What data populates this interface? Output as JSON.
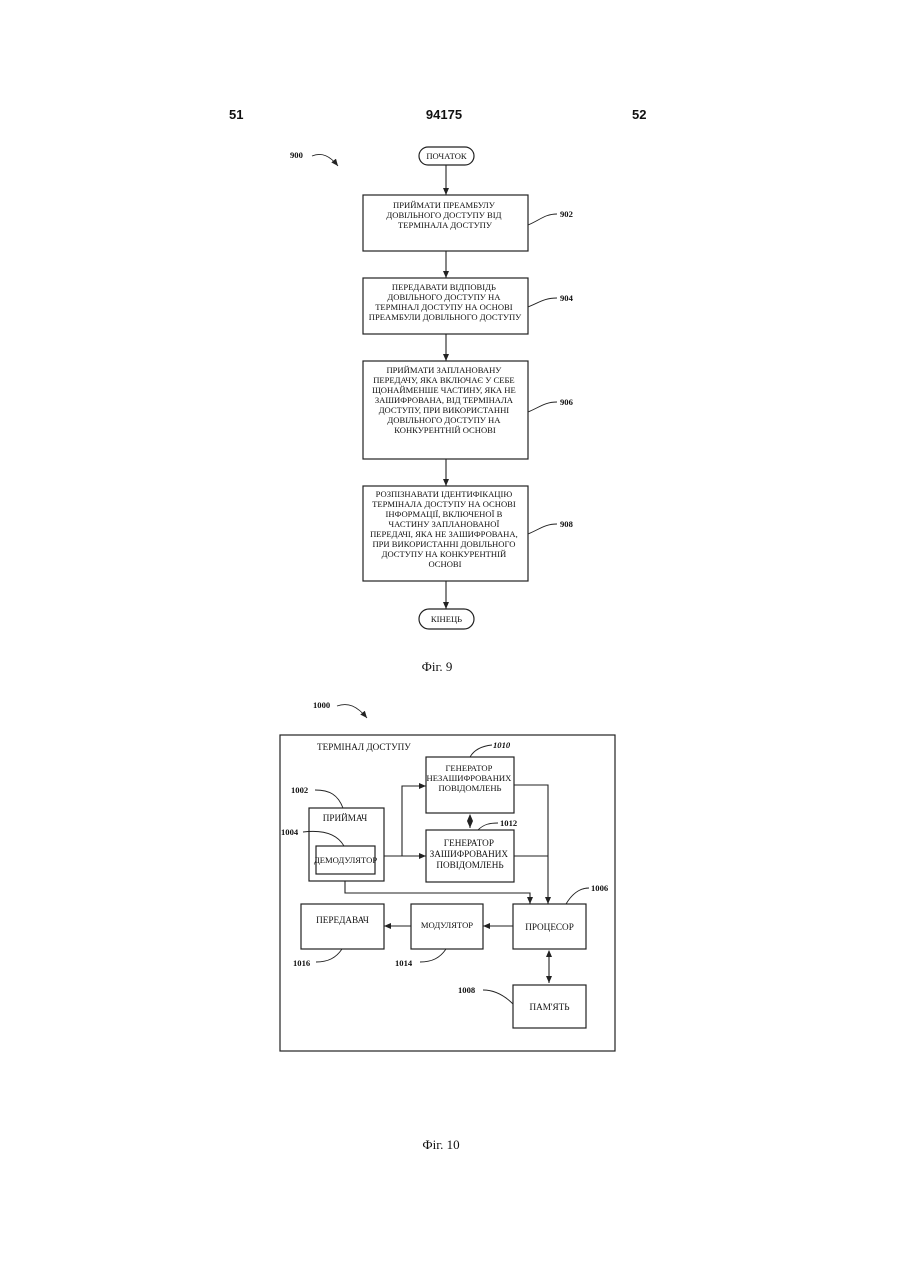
{
  "header": {
    "page_left": "51",
    "doc_number": "94175",
    "page_right": "52"
  },
  "fig9": {
    "ref": "900",
    "start": "ПОЧАТОК",
    "end": "КІНЕЦЬ",
    "caption": "Фіг. 9",
    "steps": [
      {
        "ref": "902",
        "lines": [
          "ПРИЙМАТИ ПРЕАМБУЛУ",
          "ДОВІЛЬНОГО ДОСТУПУ ВІД",
          "ТЕРМІНАЛА ДОСТУПУ"
        ]
      },
      {
        "ref": "904",
        "lines": [
          "ПЕРЕДАВАТИ ВІДПОВІДЬ",
          "ДОВІЛЬНОГО ДОСТУПУ НА",
          "ТЕРМІНАЛ ДОСТУПУ НА ОСНОВІ",
          "ПРЕАМБУЛИ ДОВІЛЬНОГО ДОСТУПУ"
        ]
      },
      {
        "ref": "906",
        "lines": [
          "ПРИЙМАТИ ЗАПЛАНОВАНУ",
          "ПЕРЕДАЧУ, ЯКА ВКЛЮЧАЄ У СЕБЕ",
          "ЩОНАЙМЕНШЕ ЧАСТИНУ, ЯКА НЕ",
          "ЗАШИФРОВАНА, ВІД ТЕРМІНАЛА",
          "ДОСТУПУ, ПРИ ВИКОРИСТАННІ",
          "ДОВІЛЬНОГО ДОСТУПУ НА",
          "КОНКУРЕНТНІЙ ОСНОВІ"
        ]
      },
      {
        "ref": "908",
        "lines": [
          "РОЗПІЗНАВАТИ ІДЕНТИФІКАЦІЮ",
          "ТЕРМІНАЛА ДОСТУПУ НА ОСНОВІ",
          "ІНФОРМАЦІЇ, ВКЛЮЧЕНОЇ В",
          "ЧАСТИНУ ЗАПЛАНОВАНОЇ",
          "ПЕРЕДАЧІ, ЯКА НЕ ЗАШИФРОВАНА,",
          "ПРИ ВИКОРИСТАННІ ДОВІЛЬНОГО",
          "ДОСТУПУ НА КОНКУРЕНТНІЙ",
          "ОСНОВІ"
        ]
      }
    ]
  },
  "fig10": {
    "ref": "1000",
    "terminal_label": "ТЕРМІНАЛ ДОСТУПУ",
    "caption": "Фіг. 10",
    "receiver": {
      "ref": "1002",
      "label": "ПРИЙМАЧ"
    },
    "demodulator": {
      "ref": "1004",
      "label": "ДЕМОДУЛЯТОР"
    },
    "unencrypted_gen": {
      "ref": "1010",
      "lines": [
        "ГЕНЕРАТОР",
        "НЕЗАШИФРОВАНИХ",
        "ПОВІДОМЛЕНЬ"
      ]
    },
    "encrypted_gen": {
      "ref": "1012",
      "lines": [
        "ГЕНЕРАТОР",
        "ЗАШИФРОВАНИХ",
        "ПОВІДОМЛЕНЬ"
      ]
    },
    "processor": {
      "ref": "1006",
      "label": "ПРОЦЕСОР"
    },
    "memory": {
      "ref": "1008",
      "label": "ПАМ'ЯТЬ"
    },
    "modulator": {
      "ref": "1014",
      "label": "МОДУЛЯТОР"
    },
    "transmitter": {
      "ref": "1016",
      "label": "ПЕРЕДАВАЧ"
    }
  }
}
